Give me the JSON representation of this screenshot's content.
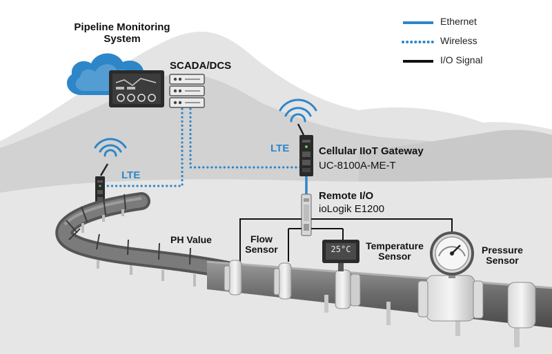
{
  "legend": [
    {
      "label": "Ethernet",
      "style": "solid",
      "color": "#2d86c8"
    },
    {
      "label": "Wireless",
      "style": "dotted",
      "color": "#2d86c8"
    },
    {
      "label": "I/O Signal",
      "style": "solid",
      "color": "#111111"
    }
  ],
  "labels": {
    "monitoring_line1": "Pipeline Monitoring",
    "monitoring_line2": "System",
    "scada": "SCADA/DCS",
    "lte_left": "LTE",
    "lte_right": "LTE",
    "gateway_title": "Cellular IIoT Gateway",
    "gateway_model": "UC-8100A-ME-T",
    "remote_io_title": "Remote I/O",
    "remote_io_model": "ioLogik E1200",
    "ph_value": "PH Value",
    "flow_line1": "Flow",
    "flow_line2": "Sensor",
    "temp_line1": "Temperature",
    "temp_line2": "Sensor",
    "pressure_line1": "Pressure",
    "pressure_line2": "Sensor",
    "temp_display": "25°C"
  },
  "colors": {
    "ethernet": "#2d86c8",
    "wireless": "#2d86c8",
    "io_signal": "#111111",
    "cloud": "#2d86c8",
    "mountain_back": "#e3e3e3",
    "mountain_front": "#cfcfcf",
    "pipe": "#6f6f6f"
  }
}
